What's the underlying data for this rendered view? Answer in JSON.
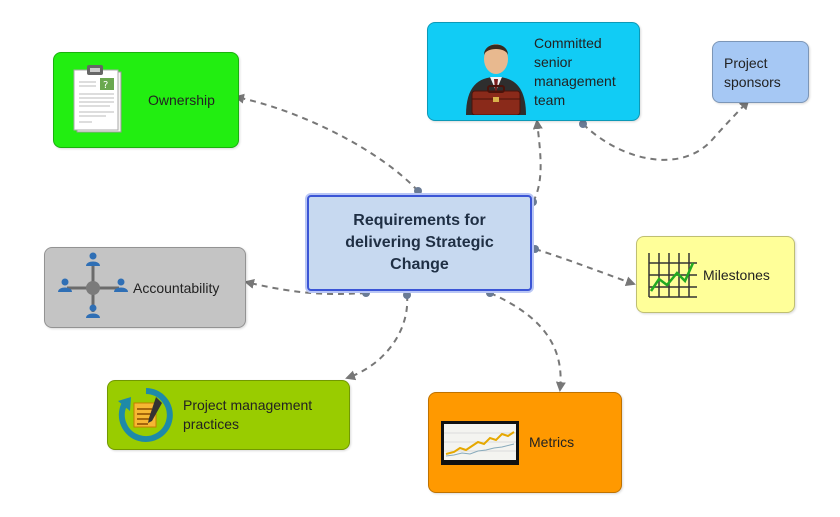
{
  "diagram": {
    "central": {
      "label": "Requirements for delivering Strategic Change"
    },
    "nodes": {
      "ownership": {
        "label": "Ownership",
        "color": "#22ee11",
        "icon": "document-icon"
      },
      "senior_team": {
        "label": "Committed senior management team",
        "color": "#11ccf5",
        "icon": "businessman-icon"
      },
      "sponsors": {
        "label": "Project sponsors",
        "color": "#a6c8f4"
      },
      "accountability": {
        "label": "Accountability",
        "color": "#c4c4c4",
        "icon": "people-network-icon"
      },
      "milestones": {
        "label": "Milestones",
        "color": "#ffff99",
        "icon": "line-chart-icon"
      },
      "pm_practices": {
        "label": "Project management practices",
        "color": "#99cc00",
        "icon": "cycle-checklist-icon"
      },
      "metrics": {
        "label": "Metrics",
        "color": "#ff9900",
        "icon": "stock-chart-icon"
      }
    },
    "colors": {
      "connector": "#777777",
      "central_fill": "#c7d9f0",
      "central_border": "#3b55d6"
    }
  }
}
